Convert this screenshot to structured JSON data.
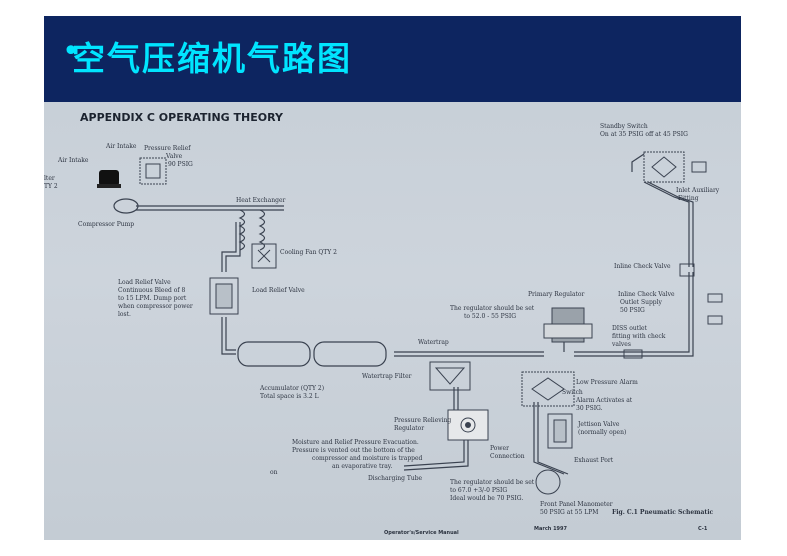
{
  "slide": {
    "title": "空气压缩机气路图"
  },
  "figure": {
    "header": "APPENDIX C OPERATING THEORY",
    "labels": {
      "air_intake_1": "Air Intake",
      "air_intake_2": "Air Intake",
      "filter_left_1": "lter",
      "filter_left_2": "TY 2",
      "pressure_relief_valve_1": "Pressure Relief",
      "pressure_relief_valve_2": "Valve",
      "pressure_relief_valve_3": "90 PSIG",
      "compressor_pump": "Compressor Pump",
      "heat_exchanger": "Heat Exchanger",
      "cooling_fan": "Cooling Fan QTY 2",
      "load_relief_1": "Load Relief Valve",
      "load_relief_2": "Continuous Bleed of 8",
      "load_relief_3": "to 15 LPM.  Dump port",
      "load_relief_4": "when compressor power",
      "load_relief_5": "lost.",
      "load_relief_valve": "Load Relief Valve",
      "standby_switch_1": "Standby Switch",
      "standby_switch_2": "On at 35 PSIG off at 45 PSIG",
      "inlet_aux_1": "Inlet Auxiliary",
      "inlet_aux_2": "Fitting",
      "inline_check_valve": "Inline Check Valve",
      "inline_check_outlet_1": "Inline Check Valve",
      "inline_check_outlet_2": "Outlet Supply",
      "inline_check_outlet_3": "50 PSIG",
      "primary_regulator": "Primary Regulator",
      "regulator_set_1": "The regulator should be set",
      "regulator_set_2": "to 52.0 - 55 PSIG",
      "diss_outlet_1": "DISS outlet",
      "diss_outlet_2": "fitting with check",
      "diss_outlet_3": "valves",
      "watertrap": "Watertrap",
      "watertrap_filter": "Watertrap Filter",
      "accumulator_1": "Accumulator (QTY 2)",
      "accumulator_2": "Total space is 3.2 L",
      "low_pressure_alarm": "Low Pressure Alarm",
      "switch": "Switch",
      "alarm_activates_1": "Alarm Activates at",
      "alarm_activates_2": "30 PSIG.",
      "jettison_valve_1": "Jettison Valve",
      "jettison_valve_2": "(normally open)",
      "pressure_relieving_1": "Pressure Relieving",
      "pressure_relieving_2": "Regulator",
      "power_connection_1": "Power",
      "power_connection_2": "Connection",
      "exhaust_port": "Exhaust Port",
      "moisture_1": "Moisture and Relief Pressure Evacuation.",
      "moisture_2": "Pressure is vented out the bottom of the",
      "moisture_3": "compressor and moisture is trapped",
      "moisture_4": "an evaporative tray.",
      "discharging_tube": "Discharging Tube",
      "on": "on",
      "reg_set2_1": "The regulator should be set",
      "reg_set2_2": "to 67.0 +3/-0 PSIG",
      "reg_set2_3": "Ideal would be 70 PSIG.",
      "manometer_1": "Front Panel Manometer",
      "manometer_2": "50 PSIG at 55 LPM",
      "fig_caption": "Fig. C.1 Pneumatic Schematic",
      "footer_manual": "Operator's/Service Manual",
      "footer_date": "March 1997",
      "footer_page": "C-1"
    }
  }
}
